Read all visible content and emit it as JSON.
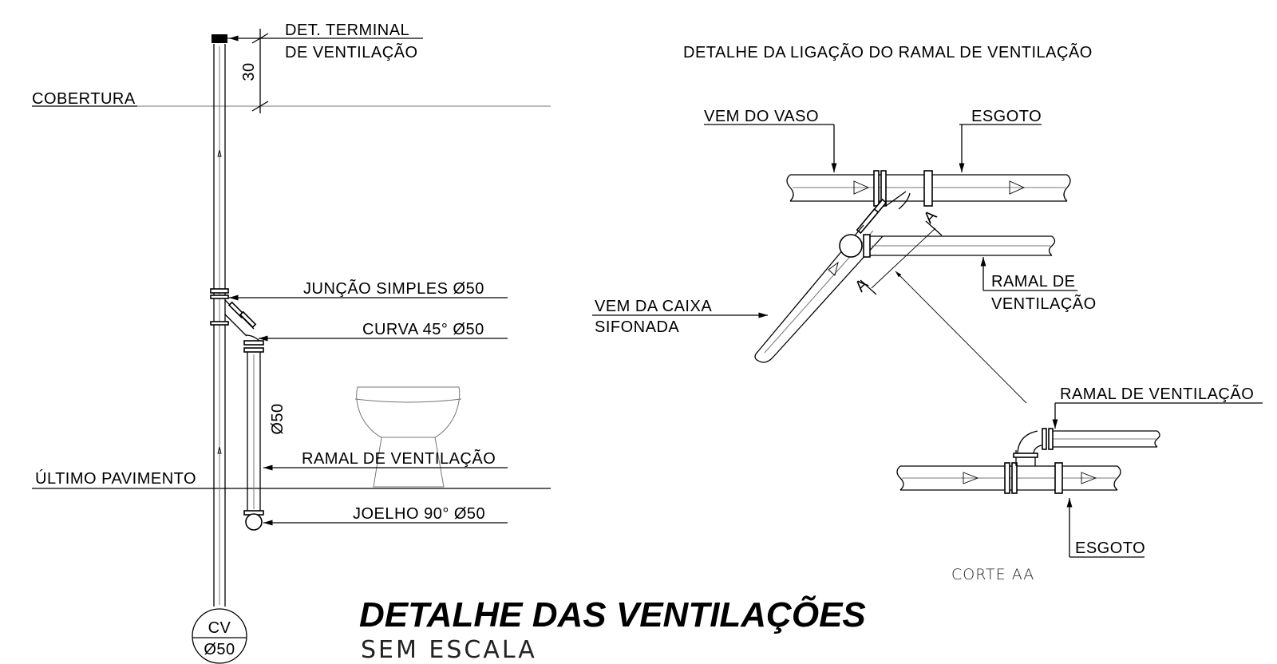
{
  "left_diagram": {
    "terminal_label_line1": "DET. TERMINAL",
    "terminal_label_line2": "DE VENTILAÇÃO",
    "height_dimension": "30",
    "roof_label": "COBERTURA",
    "junction_label": "JUNÇÃO SIMPLES Ø50",
    "curve_label": "CURVA 45° Ø50",
    "branch_diameter": "Ø50",
    "vent_branch_label": "RAMAL DE VENTILAÇÃO",
    "last_floor_label": "ÚLTIMO PAVIMENTO",
    "elbow_label": "JOELHO 90° Ø50",
    "column_tag_top": "CV",
    "column_tag_bottom": "Ø50"
  },
  "right_diagram": {
    "heading": "DETALHE DA LIGAÇÃO DO RAMAL DE VENTILAÇÃO",
    "from_toilet_label": "VEM DO VASO",
    "sewage_label": "ESGOTO",
    "vent_branch_line1": "RAMAL DE",
    "vent_branch_line2": "VENTILAÇÃO",
    "from_box_line1": "VEM DA CAIXA",
    "from_box_line2": "SIFONADA",
    "section_marker": "A",
    "section_vent_label": "RAMAL DE VENTILAÇÃO",
    "section_sewage_label": "ESGOTO",
    "section_caption": "CORTE AA"
  },
  "footer": {
    "title": "DETALHE DAS VENTILAÇÕES",
    "subtitle": "SEM ESCALA"
  }
}
